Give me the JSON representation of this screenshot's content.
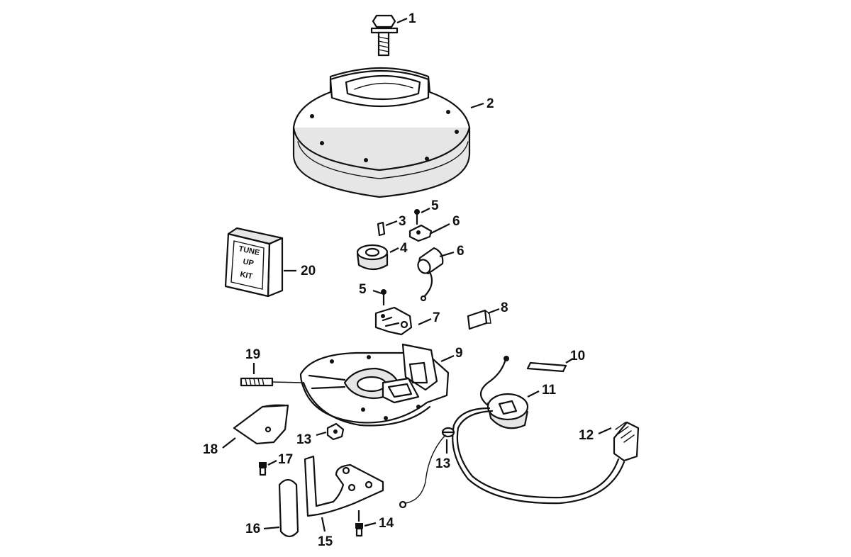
{
  "diagram": {
    "callouts": [
      "1",
      "2",
      "3",
      "4",
      "5",
      "5",
      "6",
      "6",
      "7",
      "8",
      "9",
      "10",
      "11",
      "12",
      "13",
      "13",
      "14",
      "15",
      "16",
      "17",
      "18",
      "19",
      "20"
    ],
    "kit_label": {
      "line1": "TUNE",
      "line2": "UP",
      "line3": "KIT"
    }
  }
}
